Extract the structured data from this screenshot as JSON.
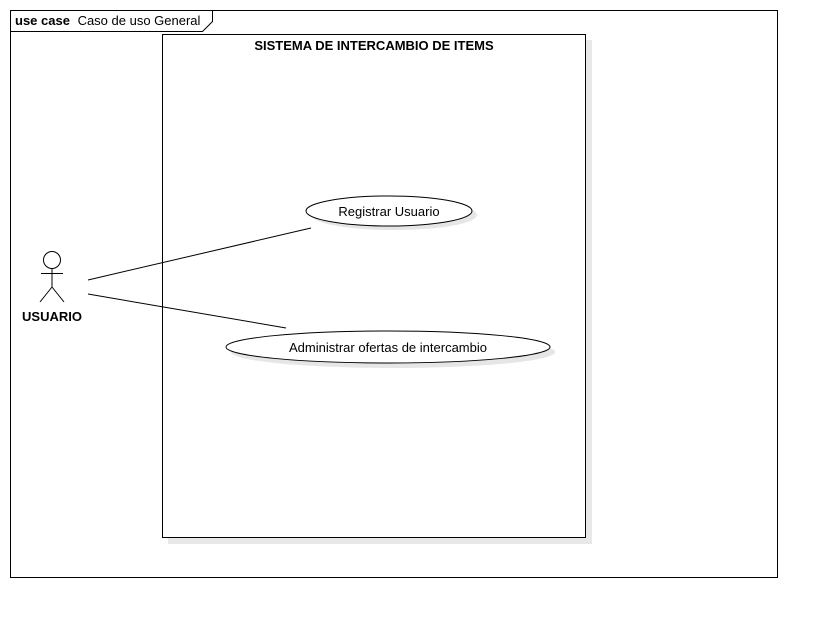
{
  "frame": {
    "keyword": "use case",
    "name": "Caso de uso General"
  },
  "system": {
    "title": "SISTEMA DE INTERCAMBIO DE ITEMS"
  },
  "actor": {
    "name": "USUARIO"
  },
  "use_cases": [
    {
      "label": "Registrar Usuario"
    },
    {
      "label": "Administrar ofertas de intercambio"
    }
  ],
  "colors": {
    "line": "#000000",
    "shadow": "#e6e6e6",
    "background": "#ffffff"
  }
}
